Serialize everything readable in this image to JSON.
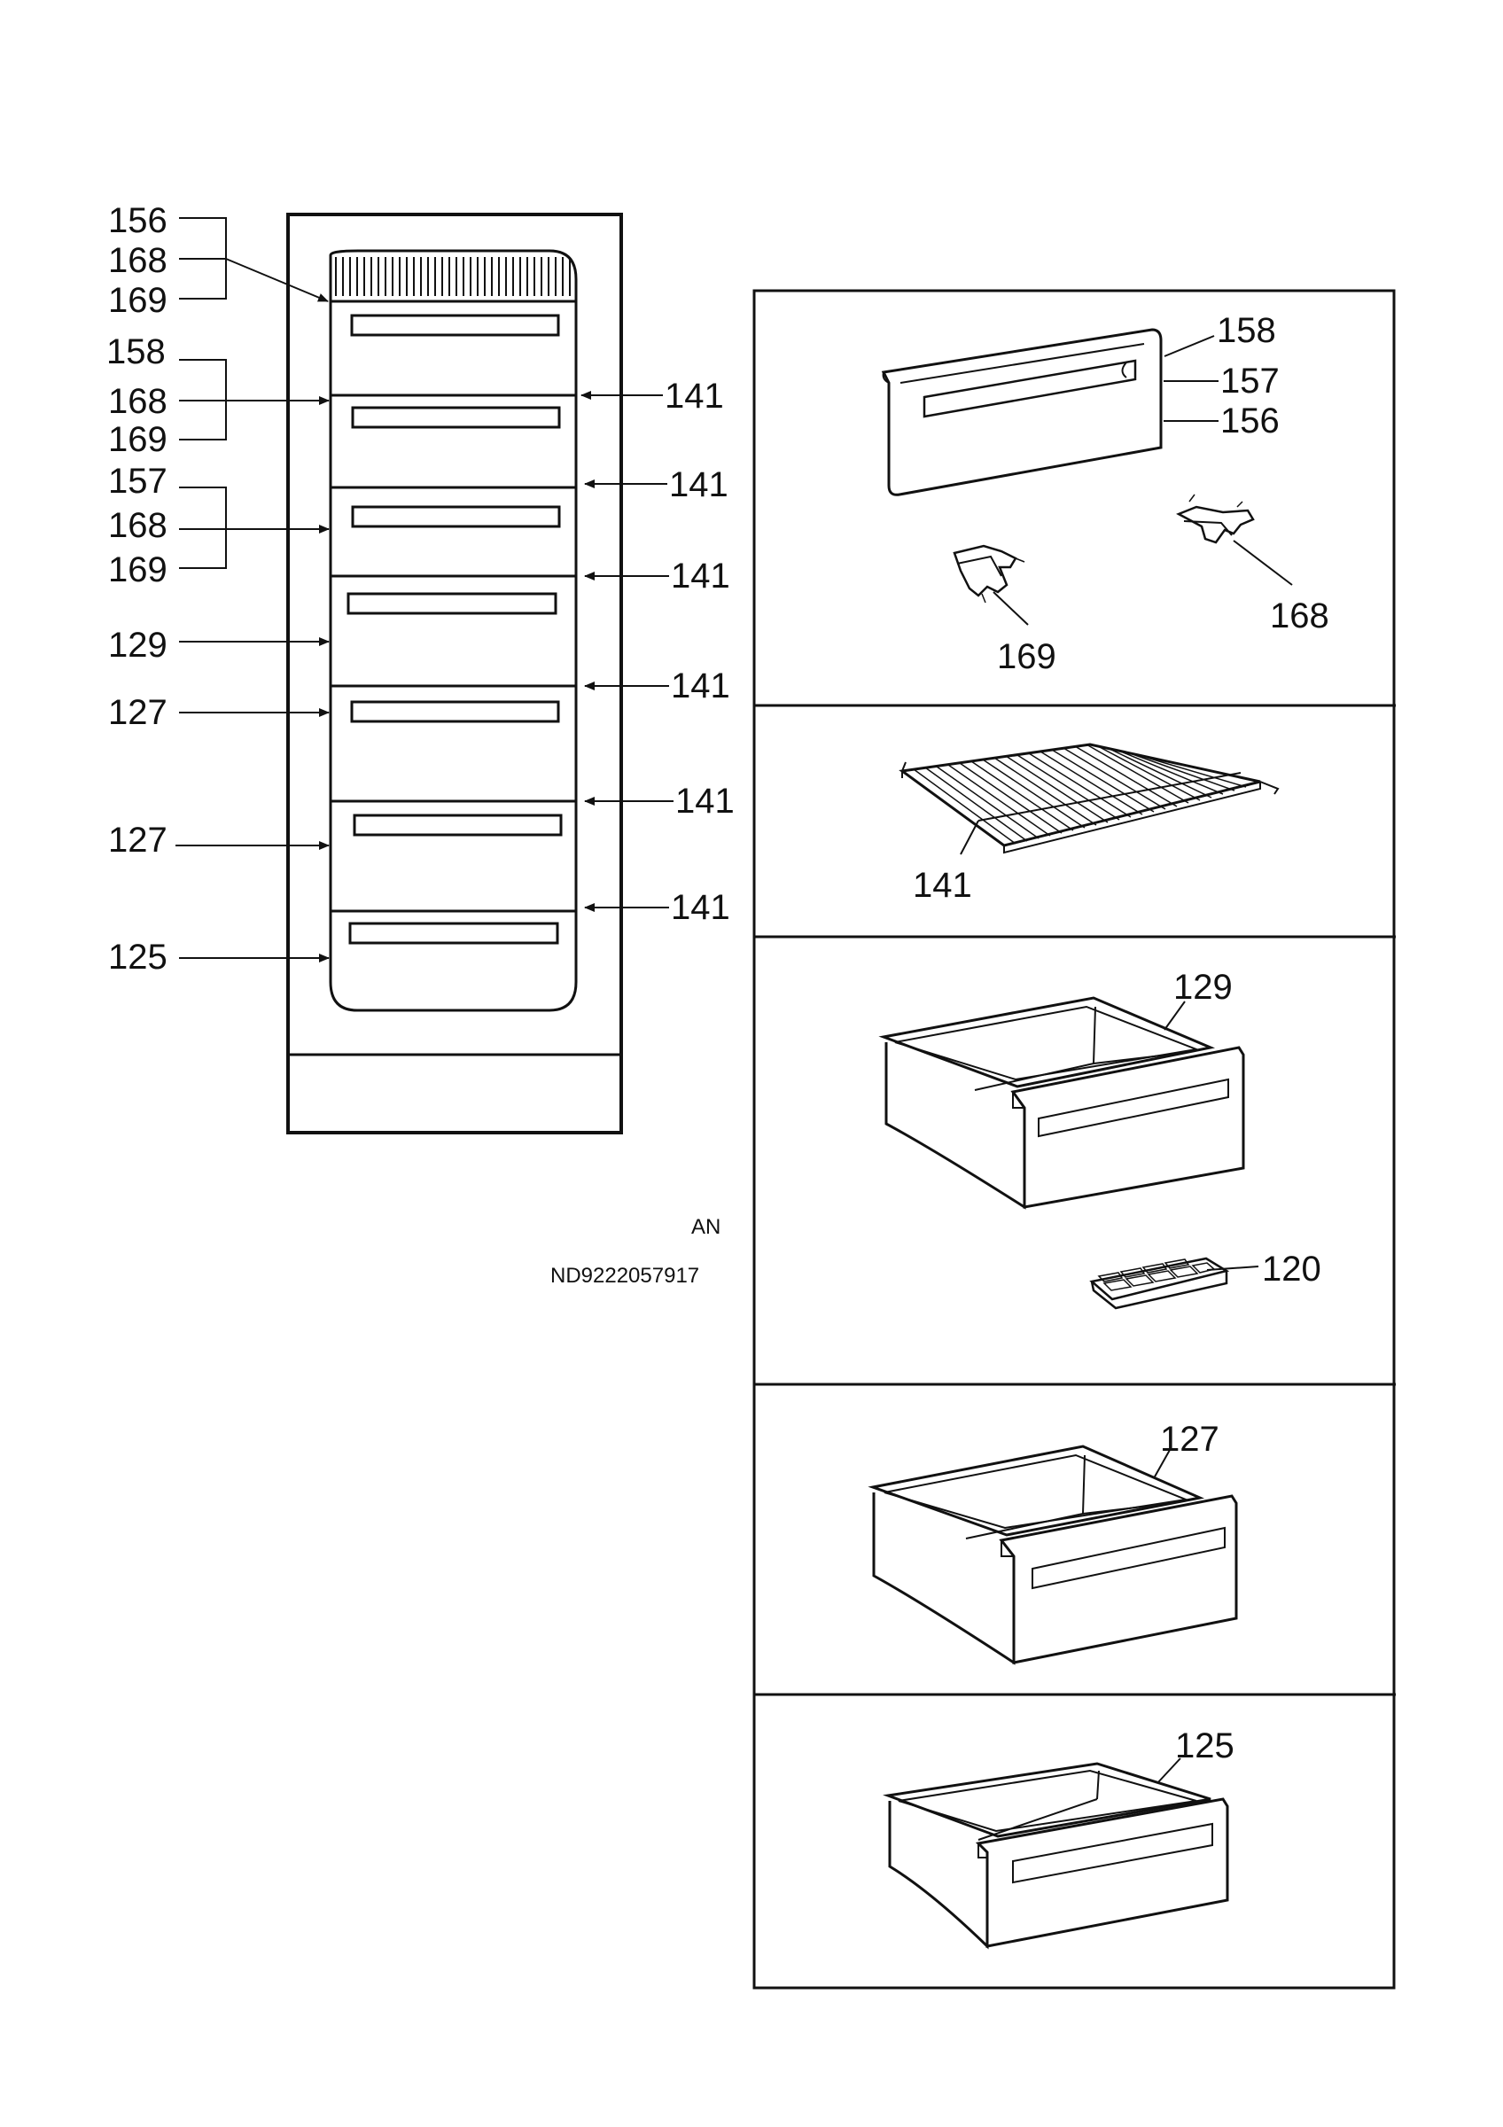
{
  "labels": {
    "156": "156",
    "168": "168",
    "169": "169",
    "158": "158",
    "157": "157",
    "141": "141",
    "129": "129",
    "127": "127",
    "125": "125",
    "120": "120"
  },
  "doc_code": "AN",
  "doc_number": "ND9222057917",
  "colors": {
    "line": "#111111",
    "background": "#ffffff"
  }
}
